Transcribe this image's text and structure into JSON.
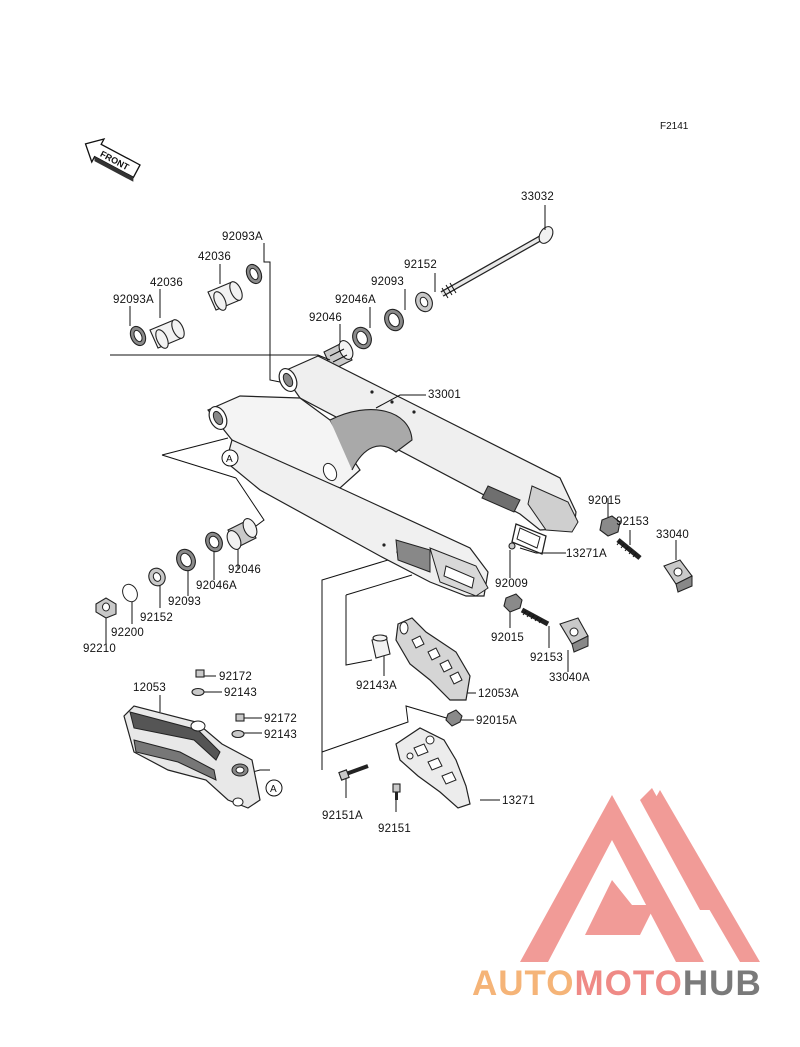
{
  "figure_code": "F2141",
  "front_label": "FRONT",
  "ref_marker": "A",
  "parts": [
    {
      "id": "p33032",
      "label": "33032"
    },
    {
      "id": "p92093A_top",
      "label": "92093A"
    },
    {
      "id": "p42036_top",
      "label": "42036"
    },
    {
      "id": "p42036_left",
      "label": "42036"
    },
    {
      "id": "p92093A_left",
      "label": "92093A"
    },
    {
      "id": "p92152_top",
      "label": "92152"
    },
    {
      "id": "p92093_top",
      "label": "92093"
    },
    {
      "id": "p92046A_top",
      "label": "92046A"
    },
    {
      "id": "p92046_top",
      "label": "92046"
    },
    {
      "id": "p33001",
      "label": "33001"
    },
    {
      "id": "p92015_right",
      "label": "92015"
    },
    {
      "id": "p92153_right",
      "label": "92153"
    },
    {
      "id": "p33040",
      "label": "33040"
    },
    {
      "id": "p13271A",
      "label": "13271A"
    },
    {
      "id": "p92009",
      "label": "92009"
    },
    {
      "id": "p92046_low",
      "label": "92046"
    },
    {
      "id": "p92046A_low",
      "label": "92046A"
    },
    {
      "id": "p92093_low",
      "label": "92093"
    },
    {
      "id": "p92152_low",
      "label": "92152"
    },
    {
      "id": "p92200",
      "label": "92200"
    },
    {
      "id": "p92210",
      "label": "92210"
    },
    {
      "id": "p92015_mid",
      "label": "92015"
    },
    {
      "id": "p92153_mid",
      "label": "92153"
    },
    {
      "id": "p33040A",
      "label": "33040A"
    },
    {
      "id": "p92143A",
      "label": "92143A"
    },
    {
      "id": "p12053A",
      "label": "12053A"
    },
    {
      "id": "p92172_a",
      "label": "92172"
    },
    {
      "id": "p12053",
      "label": "12053"
    },
    {
      "id": "p92143_a",
      "label": "92143"
    },
    {
      "id": "p92172_b",
      "label": "92172"
    },
    {
      "id": "p92143_b",
      "label": "92143"
    },
    {
      "id": "p92015A",
      "label": "92015A"
    },
    {
      "id": "p13271",
      "label": "13271"
    },
    {
      "id": "p92151A",
      "label": "92151A"
    },
    {
      "id": "p92151",
      "label": "92151"
    }
  ],
  "watermark": {
    "text_a": "AUTO",
    "text_b": "MOTO",
    "text_c": "HUB",
    "color_a": "#f5b478",
    "color_b": "#ef8a86",
    "color_c": "#7a7a7a",
    "logo_color": "#ef8a86"
  }
}
